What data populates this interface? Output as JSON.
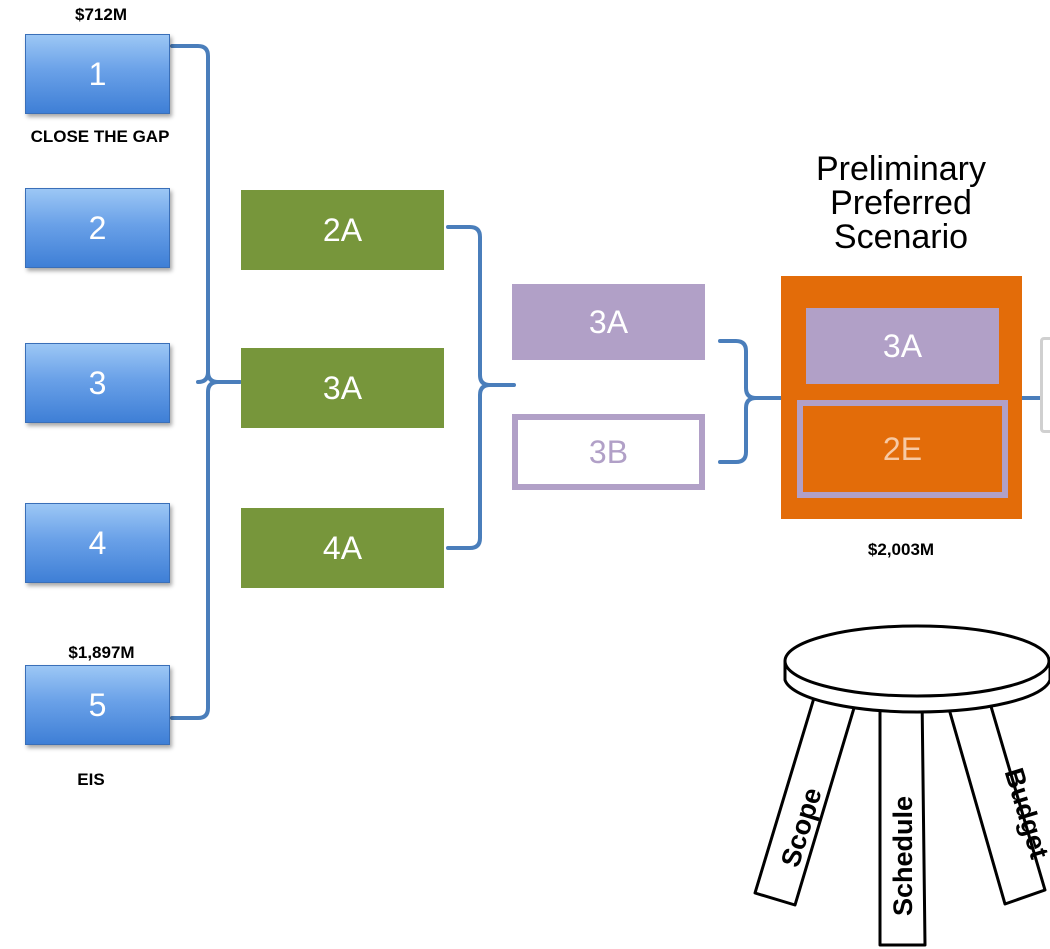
{
  "column1": {
    "top_cost": "$712M",
    "boxes": [
      "1",
      "2",
      "3",
      "4",
      "5"
    ],
    "caption_1": "CLOSE THE GAP",
    "cost_5": "$1,897M",
    "caption_5": "EIS"
  },
  "column2": {
    "boxes": [
      "2A",
      "3A",
      "4A"
    ]
  },
  "column3": {
    "box_solid": "3A",
    "box_outline": "3B"
  },
  "preferred": {
    "title_lines": [
      "Preliminary",
      "Preferred",
      "Scenario"
    ],
    "box_solid": "3A",
    "box_outline": "2E",
    "cost": "$2,003M"
  },
  "stool": {
    "legs": [
      "Scope",
      "Schedule",
      "Budget"
    ]
  },
  "colors": {
    "blue": "#5b95e0",
    "green": "#77963b",
    "purple": "#b1a0c7",
    "orange": "#e36c09",
    "connector": "#4a7ebb"
  }
}
